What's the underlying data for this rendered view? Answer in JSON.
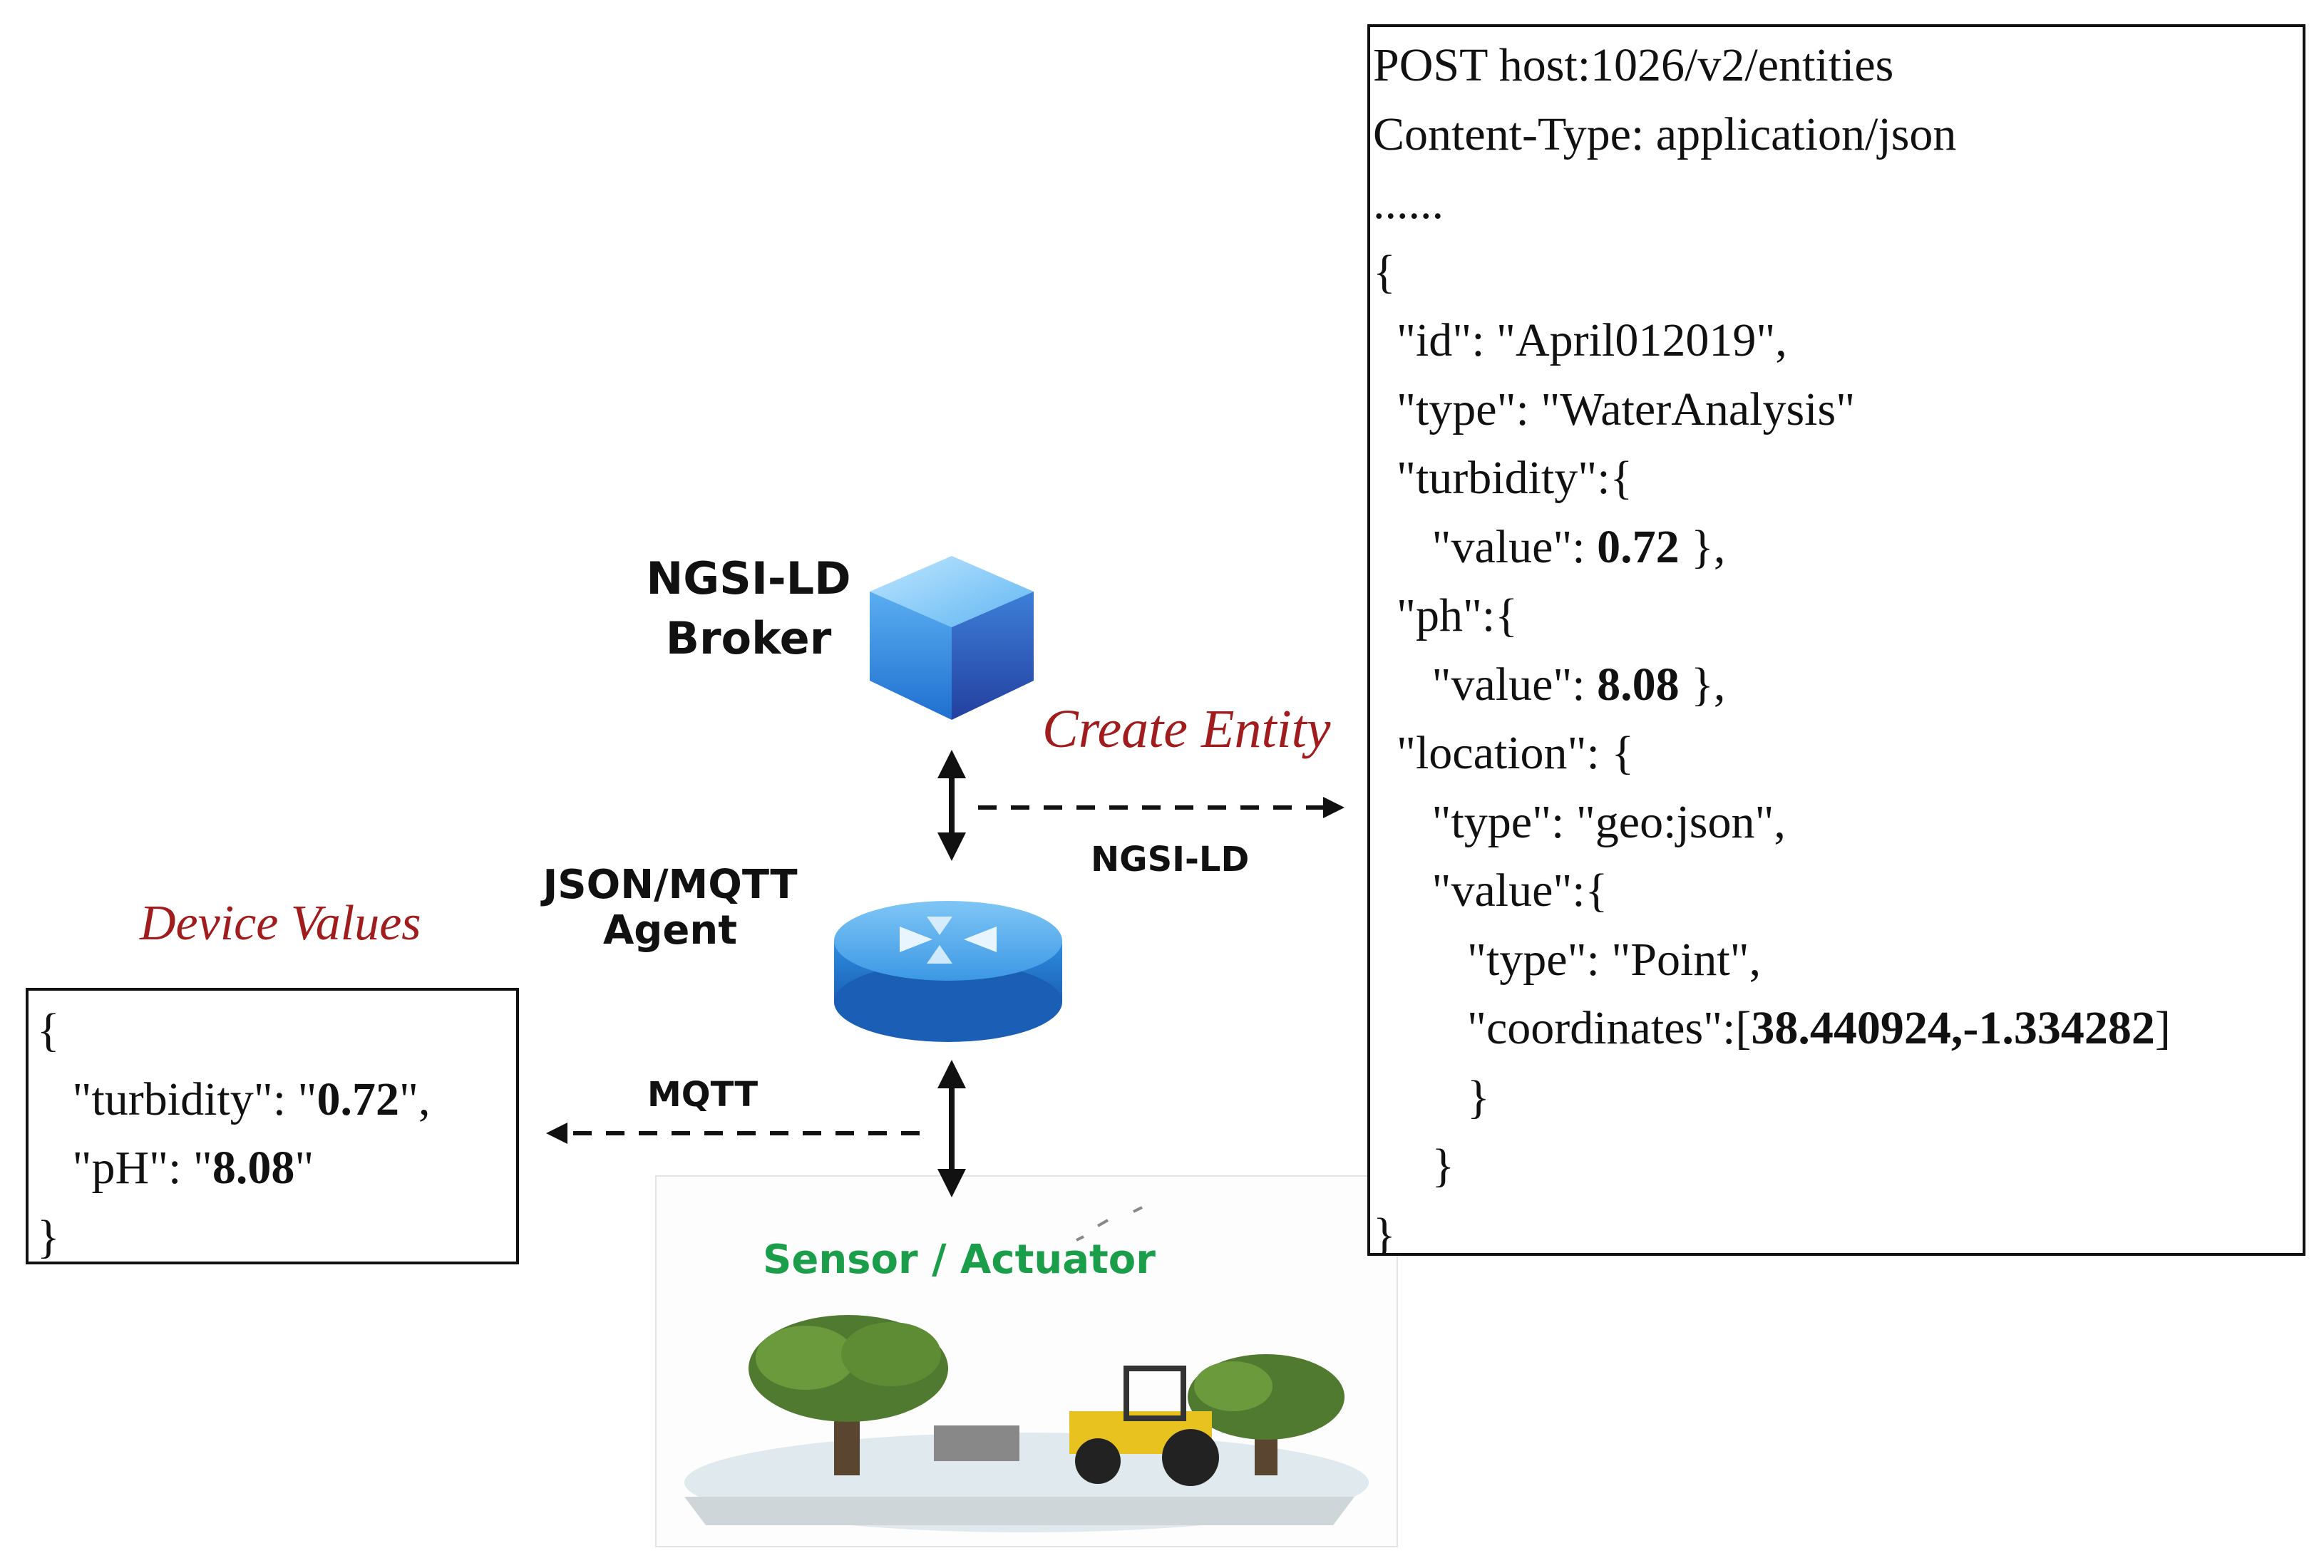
{
  "broker": {
    "line1": "NGSI-LD",
    "line2": "Broker"
  },
  "agent": {
    "line1": "JSON/MQTT",
    "line2": "Agent"
  },
  "sensor": {
    "label": "Sensor / Actuator"
  },
  "flows": {
    "create_entity": "Create Entity",
    "ngsi_protocol": "NGSI-LD",
    "mqtt_protocol": "MQTT",
    "device_values": "Device Values"
  },
  "entity_request": {
    "lines": [
      {
        "text": "POST host:1026/v2/entities"
      },
      {
        "text": "Content-Type: application/json"
      },
      {
        "text": "......"
      },
      {
        "text": "{"
      },
      {
        "text": "  \"id\": \"April012019\","
      },
      {
        "text": "  \"type\": \"WaterAnalysis\""
      },
      {
        "text": "  \"turbidity\":{"
      },
      {
        "pre": "     \"value\": ",
        "bold": "0.72",
        "post": " },"
      },
      {
        "text": "  \"ph\":{"
      },
      {
        "pre": "     \"value\": ",
        "bold": "8.08",
        "post": " },"
      },
      {
        "text": "  \"location\": {"
      },
      {
        "text": "     \"type\": \"geo:json\","
      },
      {
        "text": "     \"value\":{"
      },
      {
        "text": "        \"type\": \"Point\","
      },
      {
        "pre": "        \"coordinates\":[",
        "bold": "38.440924,-1.334282",
        "post": "]"
      },
      {
        "text": "        }"
      },
      {
        "text": "     }"
      },
      {
        "text": "}"
      }
    ]
  },
  "device_payload": {
    "lines": [
      {
        "text": "{"
      },
      {
        "pre": "   \"turbidity\": \"",
        "bold": "0.72",
        "post": "\","
      },
      {
        "pre": "   \"pH\": \"",
        "bold": "8.08",
        "post": "\""
      },
      {
        "text": "}"
      }
    ]
  },
  "colors": {
    "label_red": "#a11c1c",
    "sensor_green": "#1a9e4a",
    "cube_blue": "#2f7fd6",
    "router_blue": "#2a86d8"
  },
  "icons": [
    "cube-icon",
    "router-icon",
    "field-scene-icon"
  ]
}
